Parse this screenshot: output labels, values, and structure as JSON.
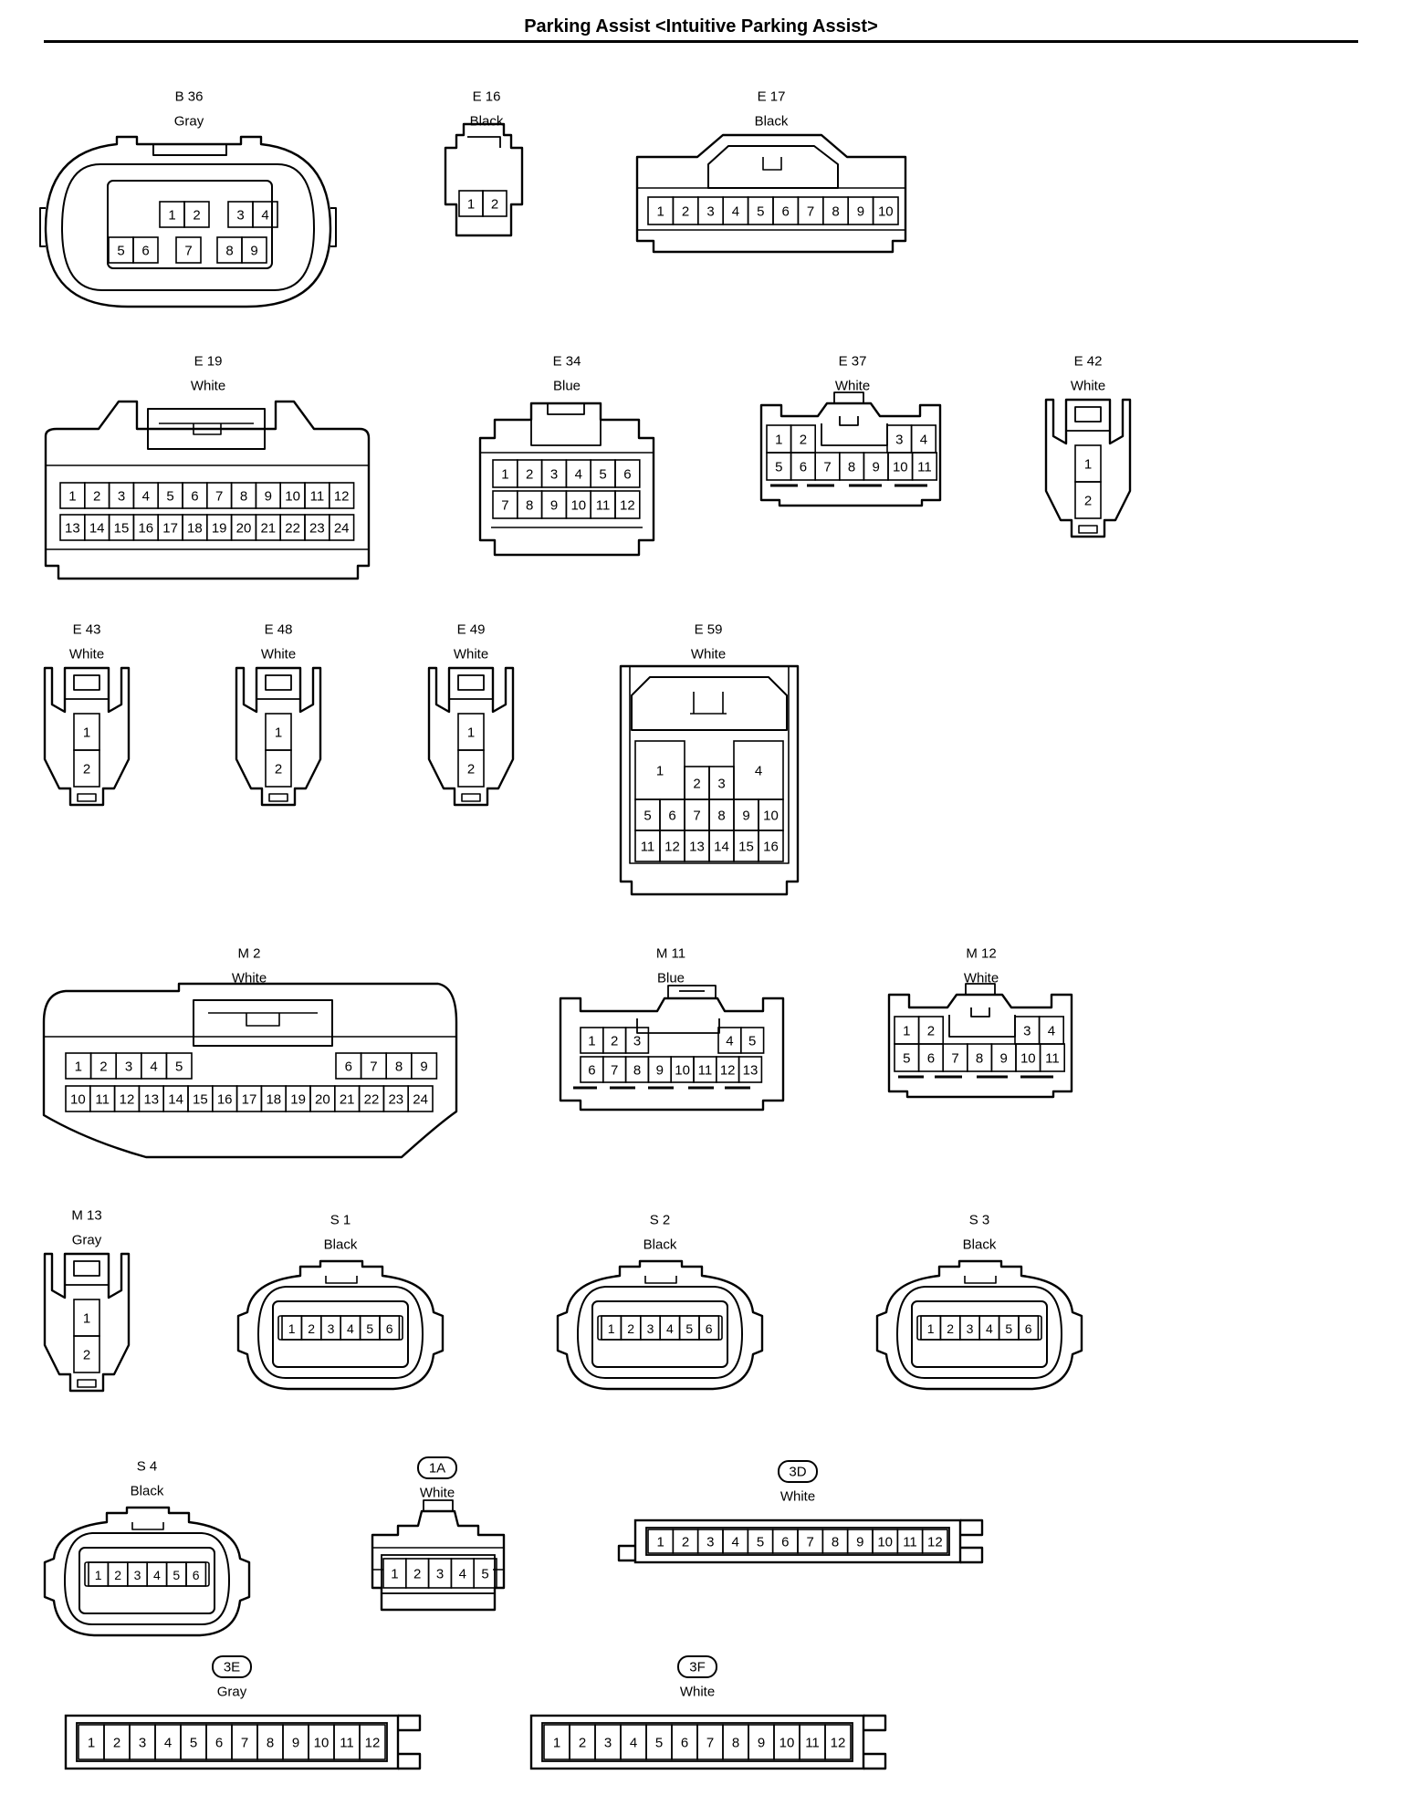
{
  "title": "Parking Assist <Intuitive Parking Assist>",
  "connectors": [
    {
      "code": "B 36",
      "color": "Gray",
      "pins": [
        "1",
        "2",
        "3",
        "4",
        "5",
        "6",
        "7",
        "8",
        "9"
      ]
    },
    {
      "code": "E 16",
      "color": "Black",
      "pins": [
        "1",
        "2"
      ]
    },
    {
      "code": "E 17",
      "color": "Black",
      "pins": [
        "1",
        "2",
        "3",
        "4",
        "5",
        "6",
        "7",
        "8",
        "9",
        "10"
      ]
    },
    {
      "code": "E 19",
      "color": "White",
      "pins": [
        "1",
        "2",
        "3",
        "4",
        "5",
        "6",
        "7",
        "8",
        "9",
        "10",
        "11",
        "12",
        "13",
        "14",
        "15",
        "16",
        "17",
        "18",
        "19",
        "20",
        "21",
        "22",
        "23",
        "24"
      ]
    },
    {
      "code": "E 34",
      "color": "Blue",
      "pins": [
        "1",
        "2",
        "3",
        "4",
        "5",
        "6",
        "7",
        "8",
        "9",
        "10",
        "11",
        "12"
      ]
    },
    {
      "code": "E 37",
      "color": "White",
      "pins": [
        "1",
        "2",
        "3",
        "4",
        "5",
        "6",
        "7",
        "8",
        "9",
        "10",
        "11"
      ]
    },
    {
      "code": "E 42",
      "color": "White",
      "pins": [
        "1",
        "2"
      ]
    },
    {
      "code": "E 43",
      "color": "White",
      "pins": [
        "1",
        "2"
      ]
    },
    {
      "code": "E 48",
      "color": "White",
      "pins": [
        "1",
        "2"
      ]
    },
    {
      "code": "E 49",
      "color": "White",
      "pins": [
        "1",
        "2"
      ]
    },
    {
      "code": "E 59",
      "color": "White",
      "pins": [
        "1",
        "2",
        "3",
        "4",
        "5",
        "6",
        "7",
        "8",
        "9",
        "10",
        "11",
        "12",
        "13",
        "14",
        "15",
        "16"
      ]
    },
    {
      "code": "M 2",
      "color": "White",
      "pins": [
        "1",
        "2",
        "3",
        "4",
        "5",
        "6",
        "7",
        "8",
        "9",
        "10",
        "11",
        "12",
        "13",
        "14",
        "15",
        "16",
        "17",
        "18",
        "19",
        "20",
        "21",
        "22",
        "23",
        "24"
      ]
    },
    {
      "code": "M 11",
      "color": "Blue",
      "pins": [
        "1",
        "2",
        "3",
        "4",
        "5",
        "6",
        "7",
        "8",
        "9",
        "10",
        "11",
        "12",
        "13"
      ]
    },
    {
      "code": "M 12",
      "color": "White",
      "pins": [
        "1",
        "2",
        "3",
        "4",
        "5",
        "6",
        "7",
        "8",
        "9",
        "10",
        "11"
      ]
    },
    {
      "code": "M 13",
      "color": "Gray",
      "pins": [
        "1",
        "2"
      ]
    },
    {
      "code": "S 1",
      "color": "Black",
      "pins": [
        "1",
        "2",
        "3",
        "4",
        "5",
        "6"
      ]
    },
    {
      "code": "S 2",
      "color": "Black",
      "pins": [
        "1",
        "2",
        "3",
        "4",
        "5",
        "6"
      ]
    },
    {
      "code": "S 3",
      "color": "Black",
      "pins": [
        "1",
        "2",
        "3",
        "4",
        "5",
        "6"
      ]
    },
    {
      "code": "S 4",
      "color": "Black",
      "pins": [
        "1",
        "2",
        "3",
        "4",
        "5",
        "6"
      ]
    },
    {
      "code": "1A",
      "color": "White",
      "pins": [
        "1",
        "2",
        "3",
        "4",
        "5"
      ]
    },
    {
      "code": "3D",
      "color": "White",
      "pins": [
        "1",
        "2",
        "3",
        "4",
        "5",
        "6",
        "7",
        "8",
        "9",
        "10",
        "11",
        "12"
      ]
    },
    {
      "code": "3E",
      "color": "Gray",
      "pins": [
        "1",
        "2",
        "3",
        "4",
        "5",
        "6",
        "7",
        "8",
        "9",
        "10",
        "11",
        "12"
      ]
    },
    {
      "code": "3F",
      "color": "White",
      "pins": [
        "1",
        "2",
        "3",
        "4",
        "5",
        "6",
        "7",
        "8",
        "9",
        "10",
        "11",
        "12"
      ]
    }
  ]
}
